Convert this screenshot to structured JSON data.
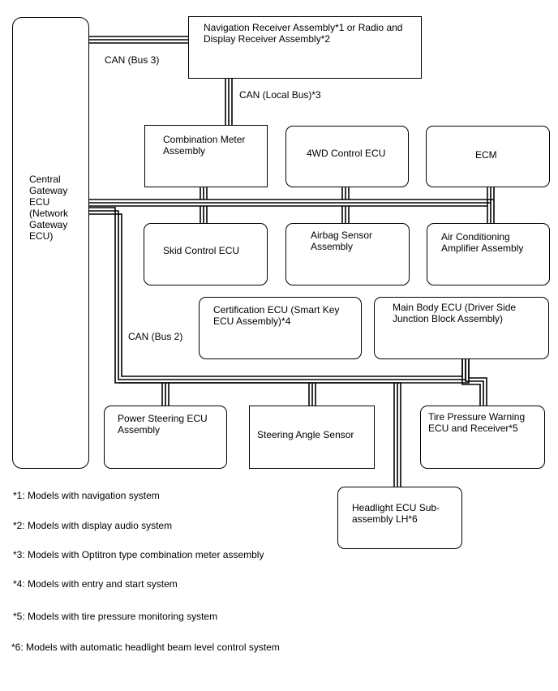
{
  "nodes": {
    "gateway": "Central\nGateway\nECU\n(Network\nGateway\nECU)",
    "navigation": "Navigation Receiver Assembly*1 or Radio and\nDisplay Receiver Assembly*2",
    "combination_meter": "Combination Meter\nAssembly",
    "fourwd": "4WD Control ECU",
    "ecm": "ECM",
    "skid": "Skid Control ECU",
    "airbag": "Airbag Sensor\nAssembly",
    "aircon": "Air Conditioning\nAmplifier Assembly",
    "certification": "Certification ECU (Smart Key\nECU Assembly)*4",
    "main_body": "Main Body ECU (Driver Side\nJunction Block Assembly)",
    "power_steering": "Power Steering ECU\nAssembly",
    "steering_angle": "Steering Angle Sensor",
    "tire_pressure": "Tire Pressure Warning\nECU and Receiver*5",
    "headlight": "Headlight ECU Sub-\nassembly LH*6"
  },
  "buses": {
    "bus3": "CAN (Bus 3)",
    "local": "CAN (Local Bus)*3",
    "bus2": "CAN (Bus 2)"
  },
  "notes": [
    "*1: Models with navigation system",
    "*2: Models with display audio system",
    "*3: Models with Optitron type combination meter assembly",
    "*4: Models with entry and start system",
    "*5: Models with tire pressure monitoring system",
    "*6: Models with automatic headlight beam level control system"
  ]
}
